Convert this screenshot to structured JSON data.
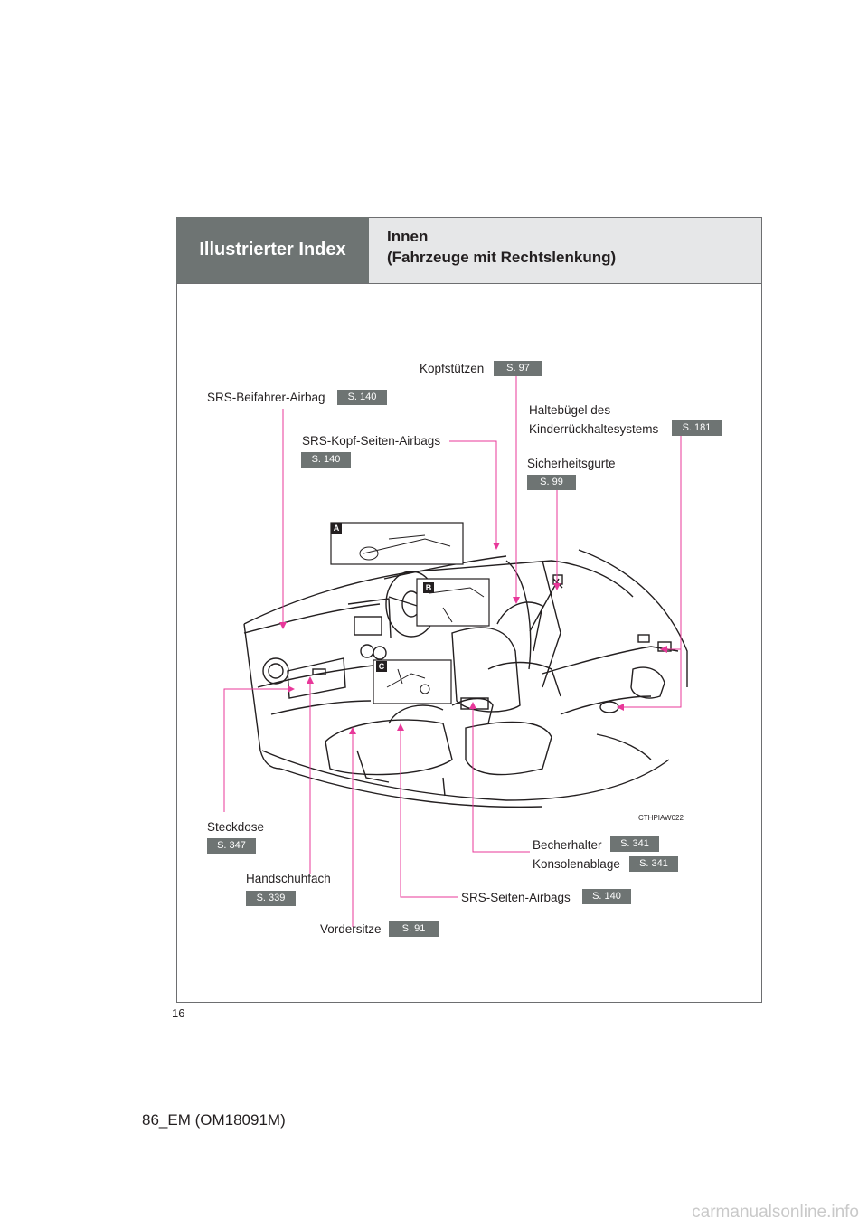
{
  "header": {
    "section": "Illustrierter Index",
    "title_line1": "Innen",
    "title_line2": "(Fahrzeuge mit Rechtslenkung)"
  },
  "callouts": {
    "kopfstuetzen": {
      "label": "Kopfstützen",
      "ref": "S. 97"
    },
    "beifahrer_airbag": {
      "label": "SRS-Beifahrer-Airbag",
      "ref": "S. 140"
    },
    "haltebuegel": {
      "label1": "Haltebügel des",
      "label2": "Kinderrückhaltesystems",
      "ref": "S. 181"
    },
    "kopf_seiten_airbags": {
      "label": "SRS-Kopf-Seiten-Airbags",
      "ref": "S. 140"
    },
    "sicherheitsgurte": {
      "label": "Sicherheitsgurte",
      "ref": "S. 99"
    },
    "steckdose": {
      "label": "Steckdose",
      "ref": "S. 347"
    },
    "becherhalter": {
      "label": "Becherhalter",
      "ref": "S. 341"
    },
    "konsolenablage": {
      "label": "Konsolenablage",
      "ref": "S. 341"
    },
    "handschuhfach": {
      "label": "Handschuhfach",
      "ref": "S. 339"
    },
    "seiten_airbags": {
      "label": "SRS-Seiten-Airbags",
      "ref": "S. 140"
    },
    "vordersitze": {
      "label": "Vordersitze",
      "ref": "S. 91"
    }
  },
  "inset_labels": {
    "a": "A",
    "b": "B",
    "c": "C"
  },
  "image_code": "CTHPIAW022",
  "page_number": "16",
  "footer": "86_EM (OM18091M)",
  "watermark": "carmanualsonline.info",
  "colors": {
    "leader": "#e8389a",
    "badge": "#6e7473",
    "header_dark": "#6e7473",
    "header_light": "#e6e7e8"
  }
}
